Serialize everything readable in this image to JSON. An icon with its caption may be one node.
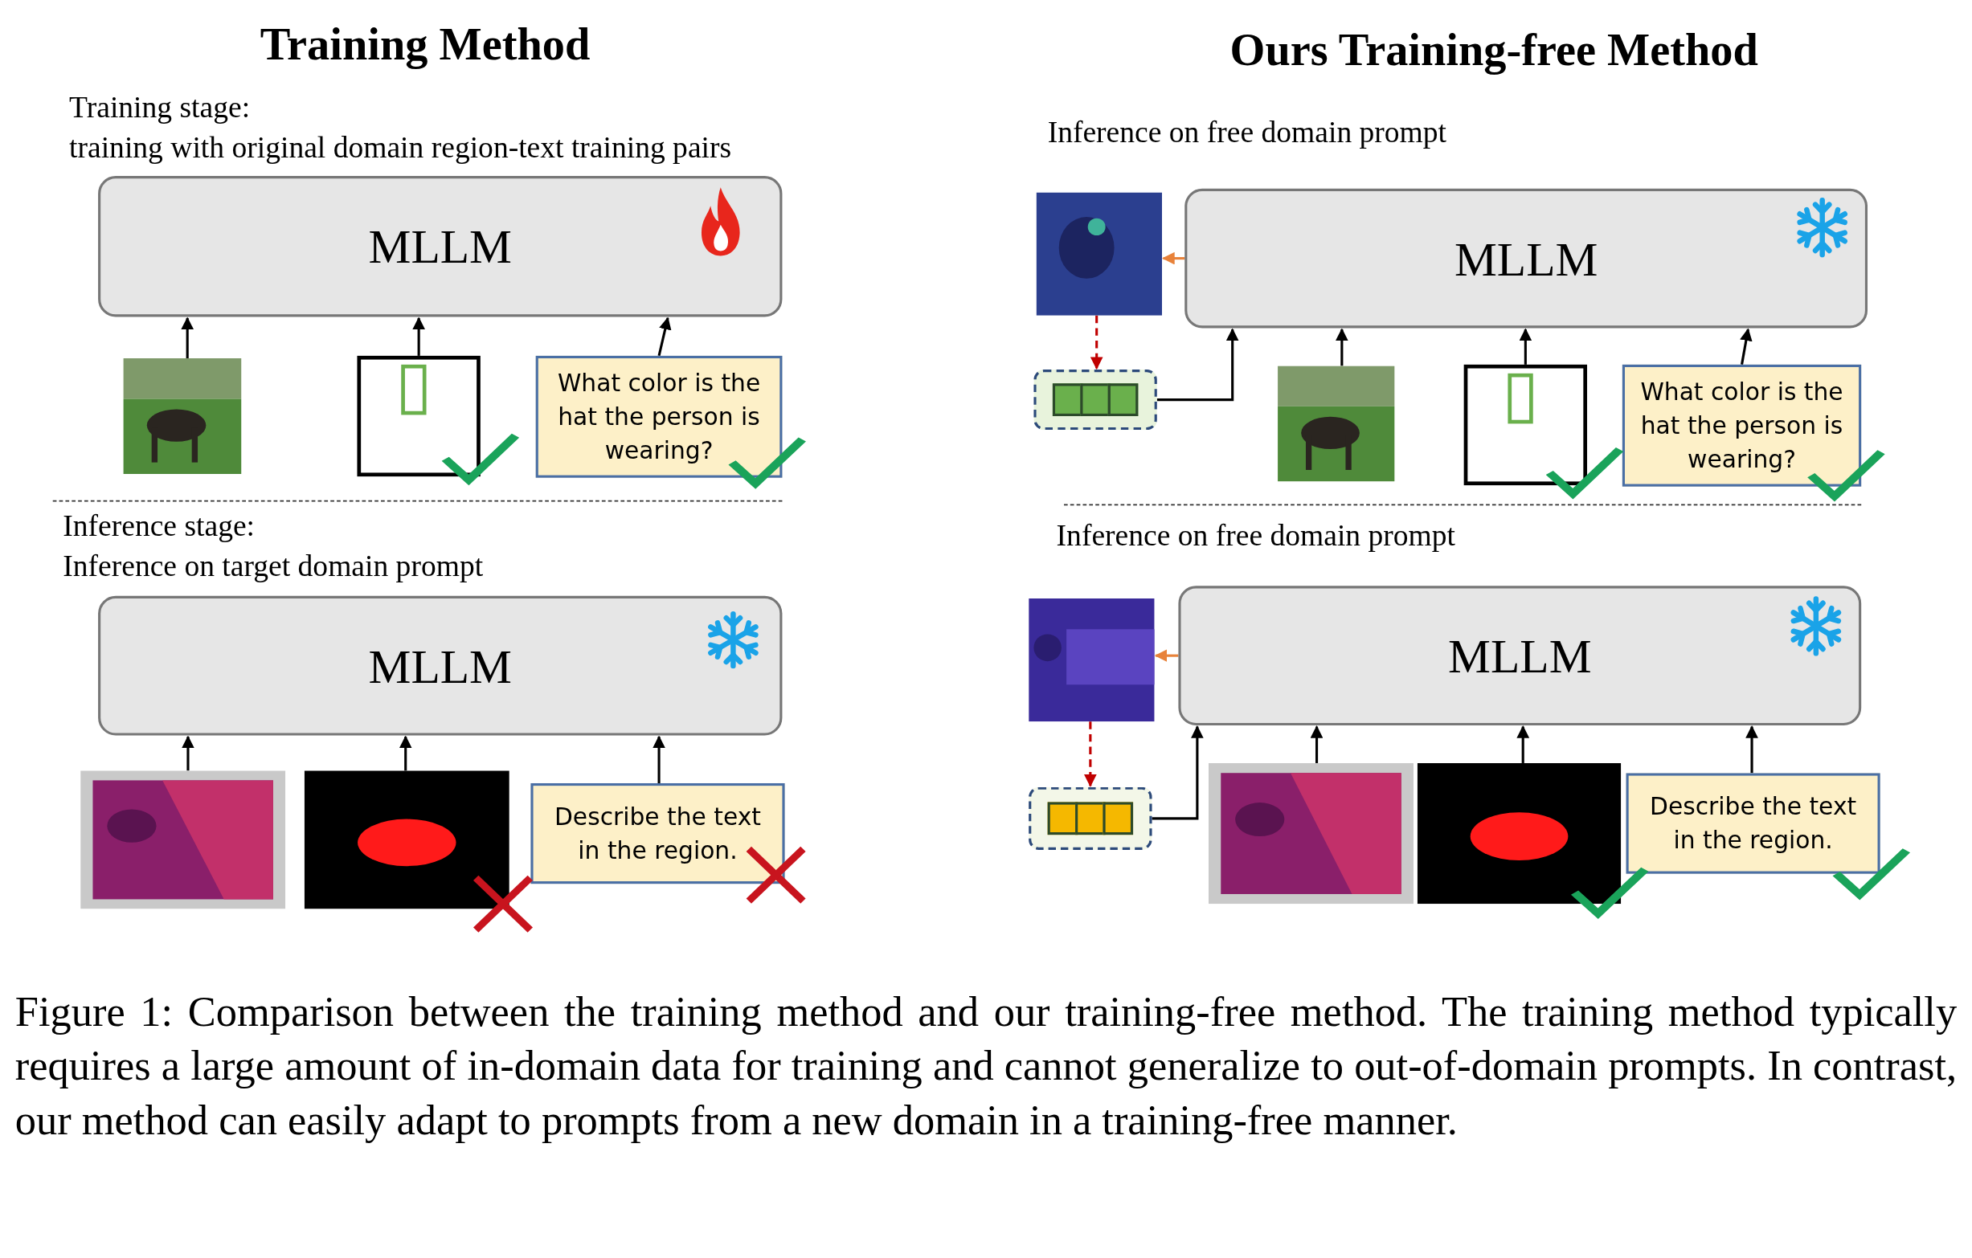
{
  "diagram": {
    "caption": "Figure 1: Comparison between the training method and our training-free method. The training method typically requires a large amount of in-domain data for training and cannot generalize to out-of-domain prompts. In contrast, our method can easily adapt to prompts from a new domain in a training-free manner.",
    "nodes": [
      {
        "text": [
          "MLLM"
        ]
      },
      {
        "text": [],
        "shape": "picture"
      },
      {
        "text": [],
        "shape": "box"
      },
      {
        "text": [
          "What color is the hat the person is wearing?"
        ]
      },
      {
        "text": [
          "MLLM"
        ]
      },
      {
        "text": [],
        "shape": "picture"
      },
      {
        "text": [],
        "shape": "picture"
      },
      {
        "text": [
          "Describe the text in the region."
        ]
      },
      {
        "text": [],
        "shape": "picture"
      },
      {
        "text": [
          "MLLM"
        ]
      },
      {
        "text": [],
        "shape": "bar"
      },
      {
        "text": [],
        "shape": "picture"
      },
      {
        "text": [],
        "shape": "box"
      },
      {
        "text": [
          "What color is the hat the person is wearing?"
        ]
      },
      {
        "text": [],
        "shape": "picture"
      },
      {
        "text": [
          "MLLM"
        ]
      },
      {
        "text": [],
        "shape": "bar"
      },
      {
        "text": [],
        "shape": "picture"
      },
      {
        "text": [],
        "shape": "picture"
      },
      {
        "text": [
          "Describe the text in the region."
        ]
      }
    ],
    "edges": [
      {
        "from": 1,
        "to": 0,
        "arrow": "to"
      },
      {
        "from": 2,
        "to": 0,
        "arrow": "to"
      },
      {
        "from": 3,
        "to": 0,
        "arrow": "to"
      },
      {
        "from": 5,
        "to": 4,
        "arrow": "to"
      },
      {
        "from": 6,
        "to": 4,
        "arrow": "to"
      },
      {
        "from": 7,
        "to": 4,
        "arrow": "to"
      },
      {
        "from": 9,
        "to": 8,
        "arrow": "to",
        "color": "#e8823a"
      },
      {
        "from": 8,
        "to": 10,
        "arrow": "to",
        "style": "dashed",
        "color": "#c00000"
      },
      {
        "from": 10,
        "to": 9,
        "arrow": "to"
      },
      {
        "from": 11,
        "to": 9,
        "arrow": "to"
      },
      {
        "from": 12,
        "to": 9,
        "arrow": "to"
      },
      {
        "from": 13,
        "to": 9,
        "arrow": "to"
      },
      {
        "from": 15,
        "to": 14,
        "arrow": "to",
        "color": "#e8823a"
      },
      {
        "from": 14,
        "to": 16,
        "arrow": "to",
        "style": "dashed",
        "color": "#c00000"
      },
      {
        "from": 16,
        "to": 15,
        "arrow": "to"
      },
      {
        "from": 17,
        "to": 15,
        "arrow": "to"
      },
      {
        "from": 18,
        "to": 15,
        "arrow": "to"
      },
      {
        "from": 19,
        "to": 15,
        "arrow": "to"
      }
    ],
    "labels": [
      "Training Method",
      "Ours Training-free Method",
      "Training stage:",
      "training with original domain region-text training pairs",
      "Inference on free domain prompt",
      "Inference stage:",
      "Inference on target domain prompt",
      "Inference on free domain prompt"
    ]
  }
}
